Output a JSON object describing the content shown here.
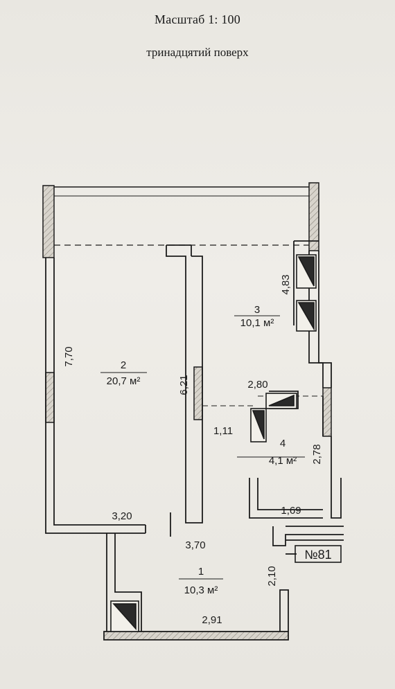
{
  "header": {
    "scale": "Масштаб 1: 100",
    "floor": "тринадцятий поверх"
  },
  "apartment_number": "№81",
  "rooms": [
    {
      "number": "1",
      "area": "10,3 м²"
    },
    {
      "number": "2",
      "area": "20,7 м²"
    },
    {
      "number": "3",
      "area": "10,1 м²"
    },
    {
      "number": "4",
      "area": "4,1 м²"
    }
  ],
  "dimensions": {
    "d770": "7,70",
    "d621": "6,21",
    "d483": "4,83",
    "d280": "2,80",
    "d111": "1,11",
    "d278": "2,78",
    "d169": "1,69",
    "d320": "3,20",
    "d370": "3,70",
    "d210": "2,10",
    "d291": "2,91"
  },
  "colors": {
    "ink": "#1b1b1b",
    "paper": "#eceae4",
    "window_hatch": "#b9b4ab"
  }
}
